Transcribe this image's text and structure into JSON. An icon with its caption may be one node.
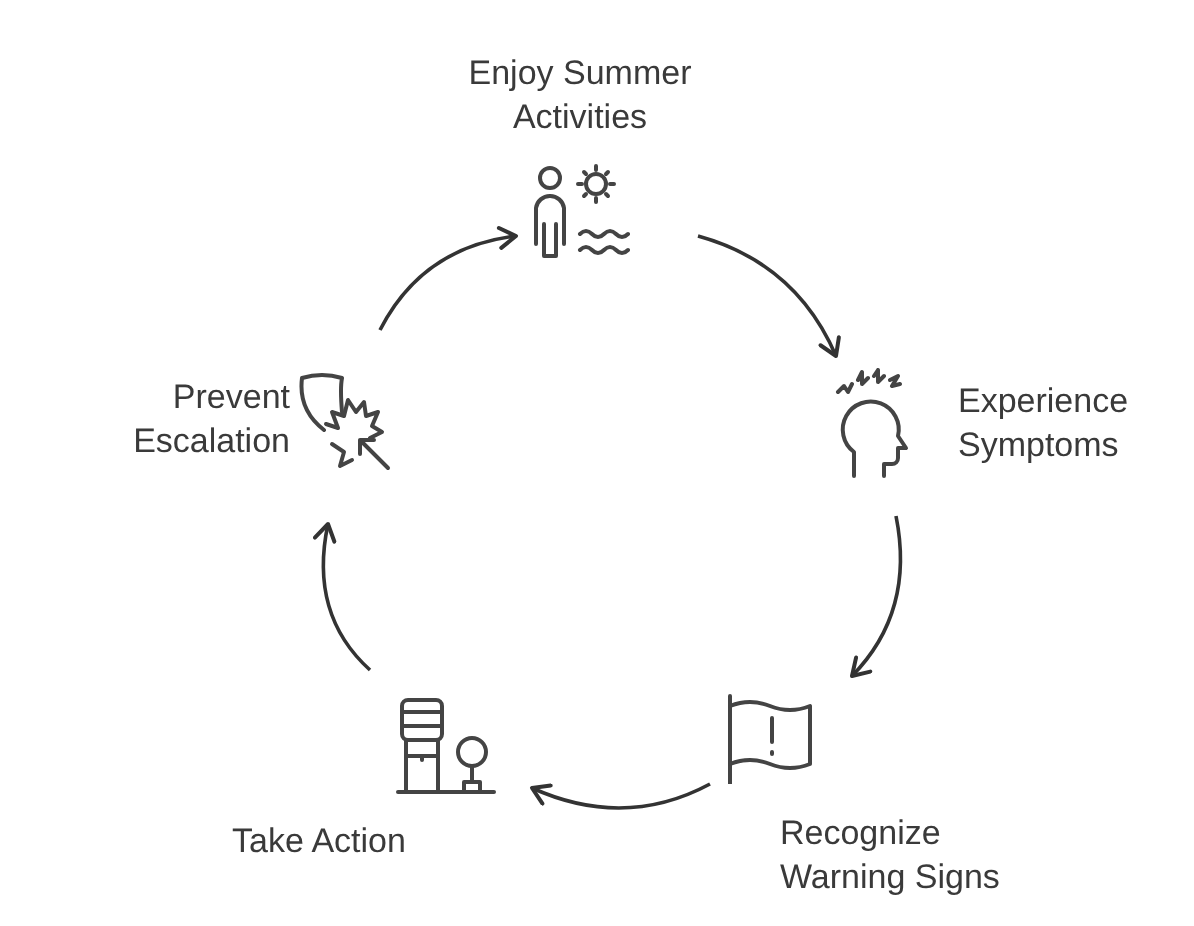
{
  "diagram": {
    "nodes": [
      {
        "text": [
          "Enjoy Summer Activities"
        ]
      },
      {
        "text": [
          "Experience Symptoms"
        ]
      },
      {
        "text": [
          "Recognize Warning Signs"
        ]
      },
      {
        "text": [
          "Take Action"
        ]
      },
      {
        "text": [
          "Prevent Escalation"
        ]
      }
    ],
    "edges": [
      {
        "from": 0,
        "to": 1,
        "arrow": "to"
      },
      {
        "from": 1,
        "to": 2,
        "arrow": "to"
      },
      {
        "from": 2,
        "to": 3,
        "arrow": "to"
      },
      {
        "from": 3,
        "to": 4,
        "arrow": "to"
      },
      {
        "from": 4,
        "to": 0,
        "arrow": "to"
      }
    ]
  }
}
